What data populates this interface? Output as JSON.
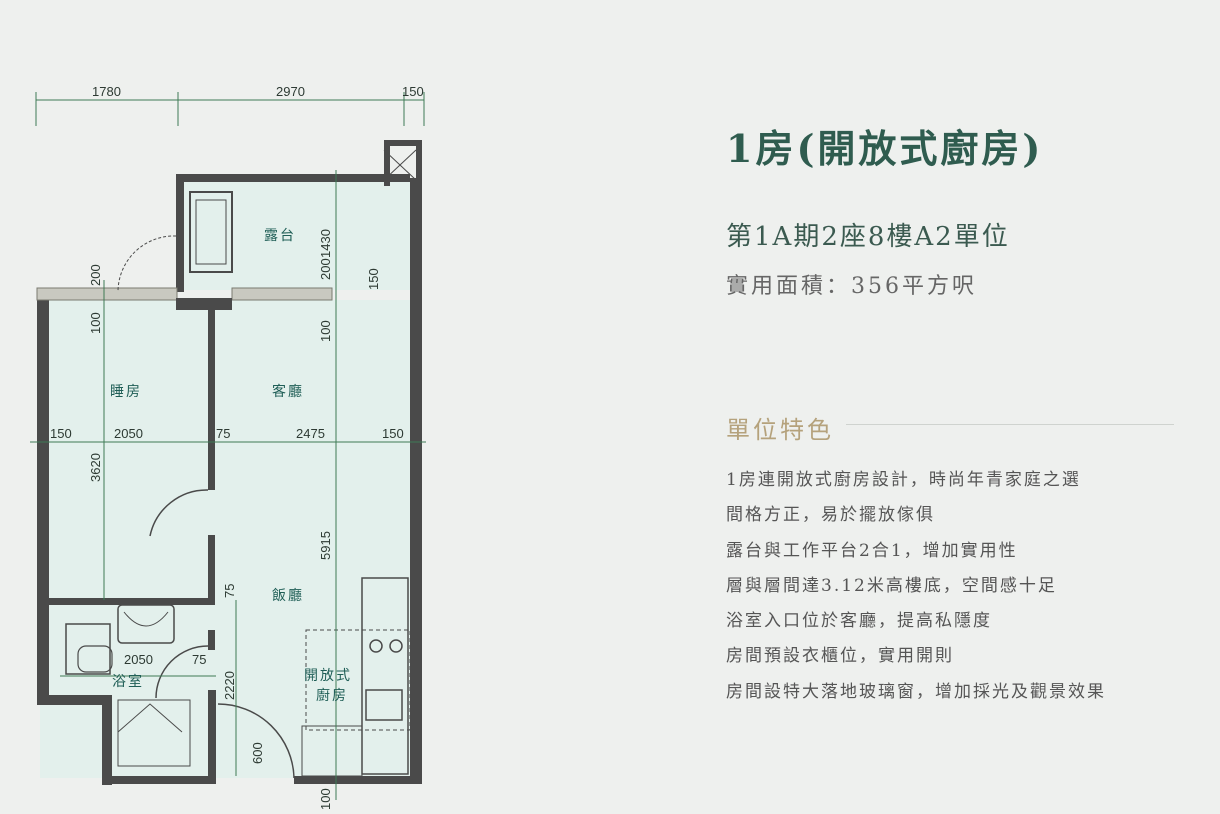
{
  "header": {
    "title": "1房(開放式廚房)",
    "unit_name": "第1A期2座8樓A2單位",
    "area_label": "實用面積：356平方呎"
  },
  "features": {
    "heading": "單位特色",
    "items": [
      "1房連開放式廚房設計，時尚年青家庭之選",
      "間格方正，易於擺放傢俱",
      "露台與工作平台2合1，增加實用性",
      "層與層間達3.12米高樓底，空間感十足",
      "浴室入口位於客廳，提高私隱度",
      "房間預設衣櫃位，實用開則",
      "房間設特大落地玻璃窗，增加採光及觀景效果"
    ]
  },
  "floorplan": {
    "rooms": {
      "balcony": "露台",
      "bedroom": "睡房",
      "living": "客廳",
      "dining": "飯廳",
      "bathroom": "浴室",
      "kitchen_line1": "開放式",
      "kitchen_line2": "廚房"
    },
    "dims": {
      "top_1780": "1780",
      "top_2970": "2970",
      "top_150": "150",
      "mid_150_left": "150",
      "mid_2050": "2050",
      "mid_75": "75",
      "mid_2475": "2475",
      "mid_150_right": "150",
      "v_1430": "1430",
      "v_200_right": "200",
      "v_150": "150",
      "v_200_left": "200",
      "v_100_left": "100",
      "v_100_right": "100",
      "v_3620": "3620",
      "v_5915": "5915",
      "v_75": "75",
      "bath_2050": "2050",
      "bath_75": "75",
      "v_2220": "2220",
      "v_600": "600",
      "v_100_bottom": "100"
    }
  },
  "colors": {
    "title": "#2f5c4f",
    "accent_gold": "#b5a27c",
    "room_fill": "#e3f0ec",
    "wall": "#4a4a4a",
    "dim_line": "#3f7a55"
  }
}
